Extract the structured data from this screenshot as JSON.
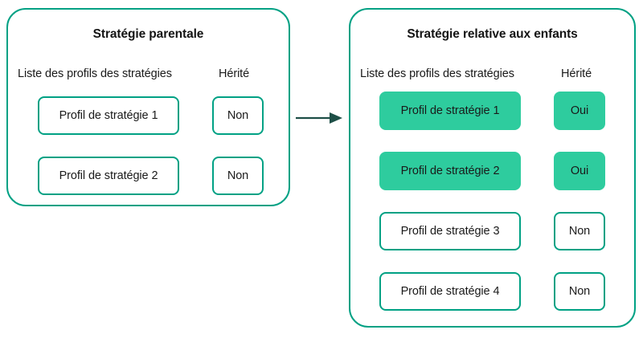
{
  "colors": {
    "panel_border": "#00a184",
    "box_border": "#00a184",
    "box_fill_inherited": "#2ecc9e",
    "text": "#1a1a1a",
    "arrow": "#1e4f47",
    "background": "#ffffff"
  },
  "arrow": {
    "icon": "arrow-right-icon",
    "direction": "right"
  },
  "panels": [
    {
      "id": "parent",
      "title": "Stratégie parentale",
      "columns": {
        "profiles": "Liste des profils des stratégies",
        "inherited": "Hérité"
      },
      "rows": [
        {
          "profile": "Profil de stratégie 1",
          "inherited": "Non",
          "highlighted": false
        },
        {
          "profile": "Profil de stratégie 2",
          "inherited": "Non",
          "highlighted": false
        }
      ]
    },
    {
      "id": "child",
      "title": "Stratégie relative aux enfants",
      "columns": {
        "profiles": "Liste des profils des stratégies",
        "inherited": "Hérité"
      },
      "rows": [
        {
          "profile": "Profil de stratégie 1",
          "inherited": "Oui",
          "highlighted": true
        },
        {
          "profile": "Profil de stratégie 2",
          "inherited": "Oui",
          "highlighted": true
        },
        {
          "profile": "Profil de stratégie 3",
          "inherited": "Non",
          "highlighted": false
        },
        {
          "profile": "Profil de stratégie 4",
          "inherited": "Non",
          "highlighted": false
        }
      ]
    }
  ]
}
